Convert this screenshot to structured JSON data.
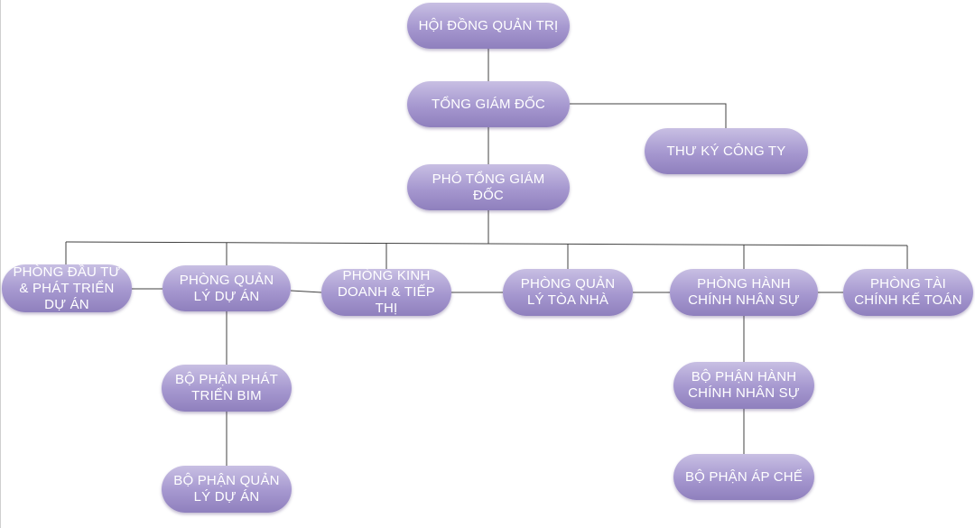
{
  "colors": {
    "node_gradient_top": "#c8bfe3",
    "node_gradient_bottom": "#8f80bd",
    "node_text": "#ffffff",
    "connector": "#404040"
  },
  "nodes": {
    "board": "HỘI ĐỒNG QUẢN TRỊ",
    "ceo": "TỔNG GIÁM ĐỐC",
    "secretary": "THƯ KÝ CÔNG TY",
    "deputy_ceo": "PHÓ TỔNG GIÁM ĐỐC",
    "dept_investment": "PHÒNG ĐẦU TƯ & PHÁT TRIỂN DỰ ÁN",
    "dept_project_mgmt": "PHÒNG QUẢN LÝ DỰ ÁN",
    "dept_sales_marketing": "PHÒNG KINH DOANH & TIẾP THỊ",
    "dept_building_mgmt": "PHÒNG QUẢN LÝ TÒA NHÀ",
    "dept_admin_hr": "PHÒNG HÀNH CHÍNH NHÂN SỰ",
    "dept_finance_accounting": "PHÒNG TÀI CHÍNH KẾ TOÁN",
    "unit_bim": "BỘ PHẬN PHÁT TRIỂN BIM",
    "unit_project_mgmt": "BỘ PHẬN QUẢN LÝ DỰ ÁN",
    "unit_admin_hr": "BỘ PHẬN HÀNH CHÍNH NHÂN SỰ",
    "unit_fabrication": "BỘ PHẬN ÁP CHẾ"
  }
}
